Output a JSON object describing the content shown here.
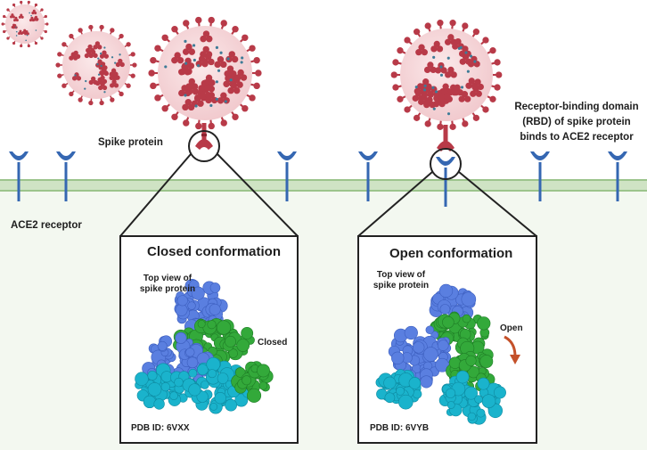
{
  "labels": {
    "spike_protein": "Spike protein",
    "ace2_receptor": "ACE2 receptor",
    "rbd_line1": "Receptor-binding domain",
    "rbd_line2": "(RBD) of spike protein",
    "rbd_line3": "binds to ACE2 receptor"
  },
  "closed_panel": {
    "title": "Closed conformation",
    "top_view_line1": "Top view of",
    "top_view_line2": "spike protein",
    "state": "Closed",
    "pdb": "PDB ID: 6VXX"
  },
  "open_panel": {
    "title": "Open conformation",
    "top_view_line1": "Top view of",
    "top_view_line2": "spike protein",
    "state": "Open",
    "pdb": "PDB ID: 6VYB"
  },
  "colors": {
    "virus_body": "#f1c9cd",
    "virus_spike": "#b83a48",
    "membrane": "#b9d7ac",
    "cytoplasm": "#f3f8f0",
    "receptor": "#3567b2",
    "protein_blue": "#5a7fe0",
    "protein_green": "#33a93a",
    "protein_cyan": "#1ab3cc",
    "arrow": "#c4512a"
  }
}
